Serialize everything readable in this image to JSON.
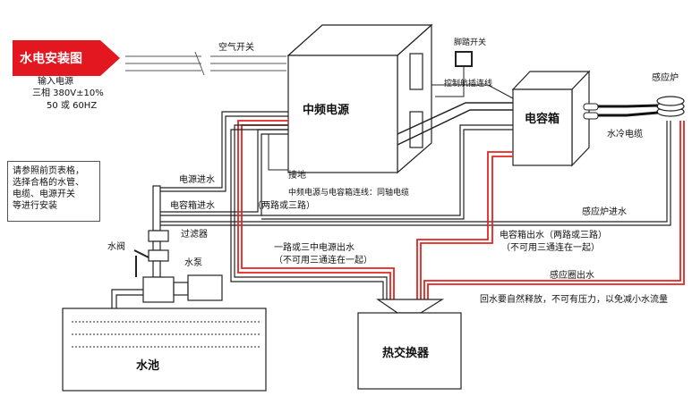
{
  "title": "水电安装图",
  "colors": {
    "banner": "#e2171f",
    "pipe_hot": "#e8231f",
    "pipe_cold": "#222222"
  },
  "power": {
    "line1": "输入电源",
    "line2": "三相 380V±10%",
    "line3": "50 或 60HZ"
  },
  "labels": {
    "air_switch": "空气开关",
    "foot_switch": "脚踏开关",
    "control_cable": "控制航插连线",
    "psu": "中频电源",
    "cap_box": "电容箱",
    "coil": "感应炉",
    "water_cable": "水冷电缆",
    "ground": "接地",
    "psu_cap_link": "中频电源与电容箱连线：同轴电缆",
    "psu_water_in": "电源进水",
    "cap_water_in": "电容箱进水",
    "two_three": "（两路或三路）",
    "coil_water_in": "感应炉进水",
    "filter": "过滤器",
    "valve": "水阀",
    "pump": "水泵",
    "psu_out1": "一路或三中电源出水",
    "psu_out2": "（不可用三通连在一起）",
    "cap_out1": "电容箱出水（两路或三路）",
    "cap_out2": "（不可用三通连在一起）",
    "coil_out": "感应圈出水",
    "return_note": "回水要自然释放，不可有压力，以免减小水流量",
    "pool": "水池",
    "heat_exchanger": "热交换器"
  },
  "note_box": [
    "请参照前页表格，",
    "选择合格的水管、",
    "电缆、电源开关",
    "等进行安装"
  ]
}
